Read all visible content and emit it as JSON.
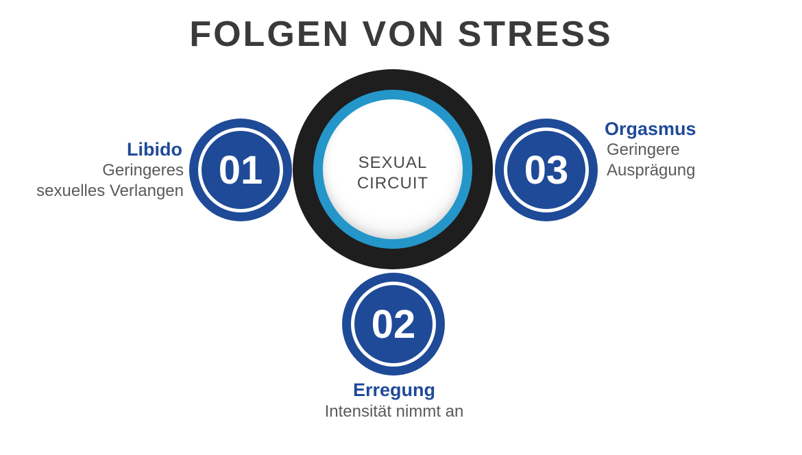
{
  "title": "FOLGEN VON STRESS",
  "center": {
    "line1": "SEXUAL",
    "line2": "CIRCUIT"
  },
  "items": [
    {
      "number": "01",
      "heading": "Libido",
      "desc_line1": "Geringeres",
      "desc_line2": "sexuelles Verlangen"
    },
    {
      "number": "02",
      "heading": "Erregung",
      "desc_line1": "Intensität nimmt an"
    },
    {
      "number": "03",
      "heading": "Orgasmus",
      "desc_line1": "Geringere",
      "desc_line2": "Ausprägung"
    }
  ],
  "colors": {
    "title": "#3a3a3a",
    "accent_blue": "#1f4a98",
    "ring_blue": "#2596c9",
    "ring_dark": "#1e1e1e",
    "text_gray": "#5a5a5a"
  }
}
